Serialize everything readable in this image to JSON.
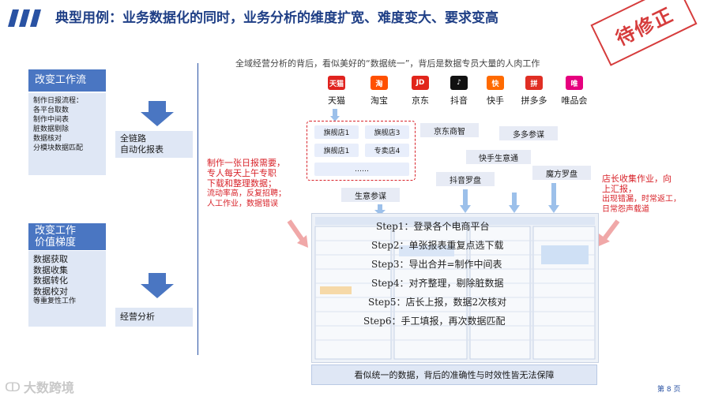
{
  "title": "典型用例：业务数据化的同时，业务分析的维度扩宽、难度变大、要求变高",
  "stamp": "待修正",
  "subtitle": "全域经营分析的背后，看似美好的“数据统一”，背后是数据专员大量的人肉工作",
  "left": {
    "box1_header": "改变工作流",
    "box1_lines": [
      "制作日报流程：",
      "各平台取数",
      "制作中间表",
      "脏数据剔除",
      "数据核对",
      "分模块数据匹配"
    ],
    "side1": [
      "全链路",
      "自动化报表"
    ],
    "box2_header": [
      "改变工作",
      "价值梯度"
    ],
    "box2_lines": [
      "数据获取",
      "数据收集",
      "数据转化",
      "数据校对"
    ],
    "box2_extra": "等重复性工作",
    "side2": "经营分析"
  },
  "platforms": [
    {
      "name": "天猫",
      "icon": "tmall-logo",
      "color": "#e0231f",
      "glyph": "天猫"
    },
    {
      "name": "淘宝",
      "icon": "taobao-logo",
      "color": "#ff5000",
      "glyph": "淘"
    },
    {
      "name": "京东",
      "icon": "jd-logo",
      "color": "#e1251b",
      "glyph": "JD"
    },
    {
      "name": "抖音",
      "icon": "douyin-logo",
      "color": "#111111",
      "glyph": "♪"
    },
    {
      "name": "快手",
      "icon": "kuaishou-logo",
      "color": "#ff6a00",
      "glyph": "快"
    },
    {
      "name": "拼多多",
      "icon": "pinduoduo-logo",
      "color": "#e02e24",
      "glyph": "拼"
    },
    {
      "name": "唯品会",
      "icon": "vip-logo",
      "color": "#e6007e",
      "glyph": "唯"
    }
  ],
  "shops": [
    "旗舰店1",
    "旗舰店3",
    "旗舰店1",
    "专卖店4",
    "……"
  ],
  "tools": {
    "jd": "京东商智",
    "pdd": "多多参谋",
    "ks": "快手生意通",
    "dy": "抖音罗盘",
    "mf": "魔方罗盘",
    "sy": "生意参谋"
  },
  "red_left": [
    "制作一张日报需要，",
    "专人每天上午专职",
    "下载和整理数据；",
    "流动率高，反复招聘；",
    "人工作业，数据错误"
  ],
  "red_right": [
    "店长收集作业，向",
    "上汇报，",
    "出现错漏，时常返工，",
    "日常怨声载道"
  ],
  "steps": [
    "Step1：登录各个电商平台",
    "Step2：单张报表重复点选下载",
    "Step3：导出合并=制作中间表",
    "Step4：对齐整理，剔除脏数据",
    "Step5：店长上报，数据2次核对",
    "Step6：手工填报，再次数据匹配"
  ],
  "bottom": "看似统一的数据，背后的准确性与时效性皆无法保障",
  "watermark": "大数跨境",
  "page_no": "第 8 页",
  "colors": {
    "accent": "#1f3f86",
    "blue": "#4a76c2",
    "red": "#d8232a"
  }
}
